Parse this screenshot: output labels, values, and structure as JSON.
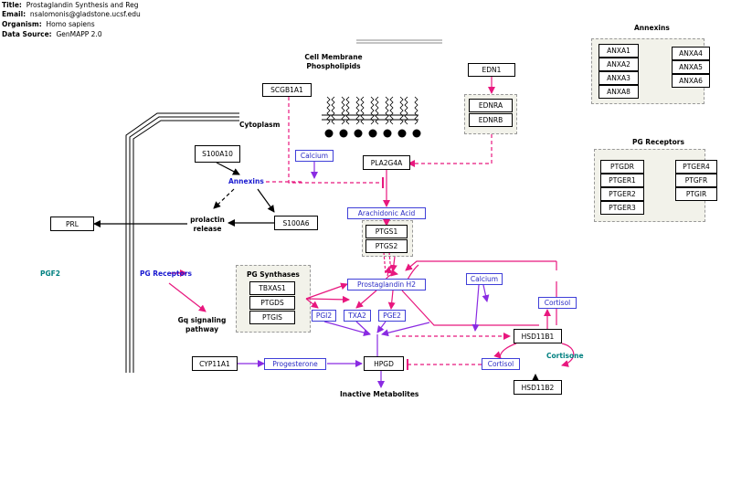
{
  "header": {
    "title_label": "Title:",
    "title_value": "Prostaglandin Synthesis and Reg",
    "email_label": "Email:",
    "email_value": "nsalomonis@gladstone.ucsf.edu",
    "organism_label": "Organism:",
    "organism_value": "Homo sapiens",
    "source_label": "Data Source:",
    "source_value": "GenMAPP 2.0"
  },
  "labels": {
    "cell_membrane": "Cell Membrane",
    "phospholipids": "Phospholipids",
    "cytoplasm": "Cytoplasm",
    "annexins": "Annexins",
    "prolactin": "prolactin",
    "release": "release",
    "pgf2": "PGF2",
    "pg_receptors": "PG Receptors",
    "gq": "Gq signaling",
    "pathway": "pathway",
    "pg_synthases": "PG Synthases",
    "cortisone": "Cortisone",
    "inactive": "Inactive Metabolites",
    "annexins_panel": "Annexins",
    "pg_receptors_panel": "PG Receptors"
  },
  "genes": {
    "scgb1a1": "SCGB1A1",
    "edn1": "EDN1",
    "ednra": "EDNRA",
    "ednrb": "EDNRB",
    "s100a10": "S100A10",
    "s100a6": "S100A6",
    "prl": "PRL",
    "pla2g4a": "PLA2G4A",
    "ptgs1": "PTGS1",
    "ptgs2": "PTGS2",
    "tbxas1": "TBXAS1",
    "ptgds": "PTGDS",
    "ptgis": "PTGIS",
    "hsd11b1": "HSD11B1",
    "hsd11b2": "HSD11B2",
    "cyp11a1": "CYP11A1",
    "hpgd": "HPGD",
    "annexin_panel": [
      "ANXA1",
      "ANXA2",
      "ANXA3",
      "ANXA8",
      "ANXA4",
      "ANXA5",
      "ANXA6"
    ],
    "receptor_panel": [
      "PTGDR",
      "PTGER1",
      "PTGER2",
      "PTGER3",
      "PTGER4",
      "PTGFR",
      "PTGIR"
    ]
  },
  "metabolites": {
    "calcium": "Calcium",
    "arachidonic": "Arachidonic Acid",
    "pgh2": "Prostaglandin H2",
    "pgi2": "PGI2",
    "txa2": "TXA2",
    "pge2": "PGE2",
    "calcium2": "Calcium",
    "cortisol": "Cortisol",
    "progesterone": "Progesterone",
    "cortisol2": "Cortisol"
  },
  "colors": {
    "magenta": "#e8177e",
    "purple": "#8a2be2",
    "metabolite_blue": "#3f3fd8",
    "teal": "#008080"
  }
}
